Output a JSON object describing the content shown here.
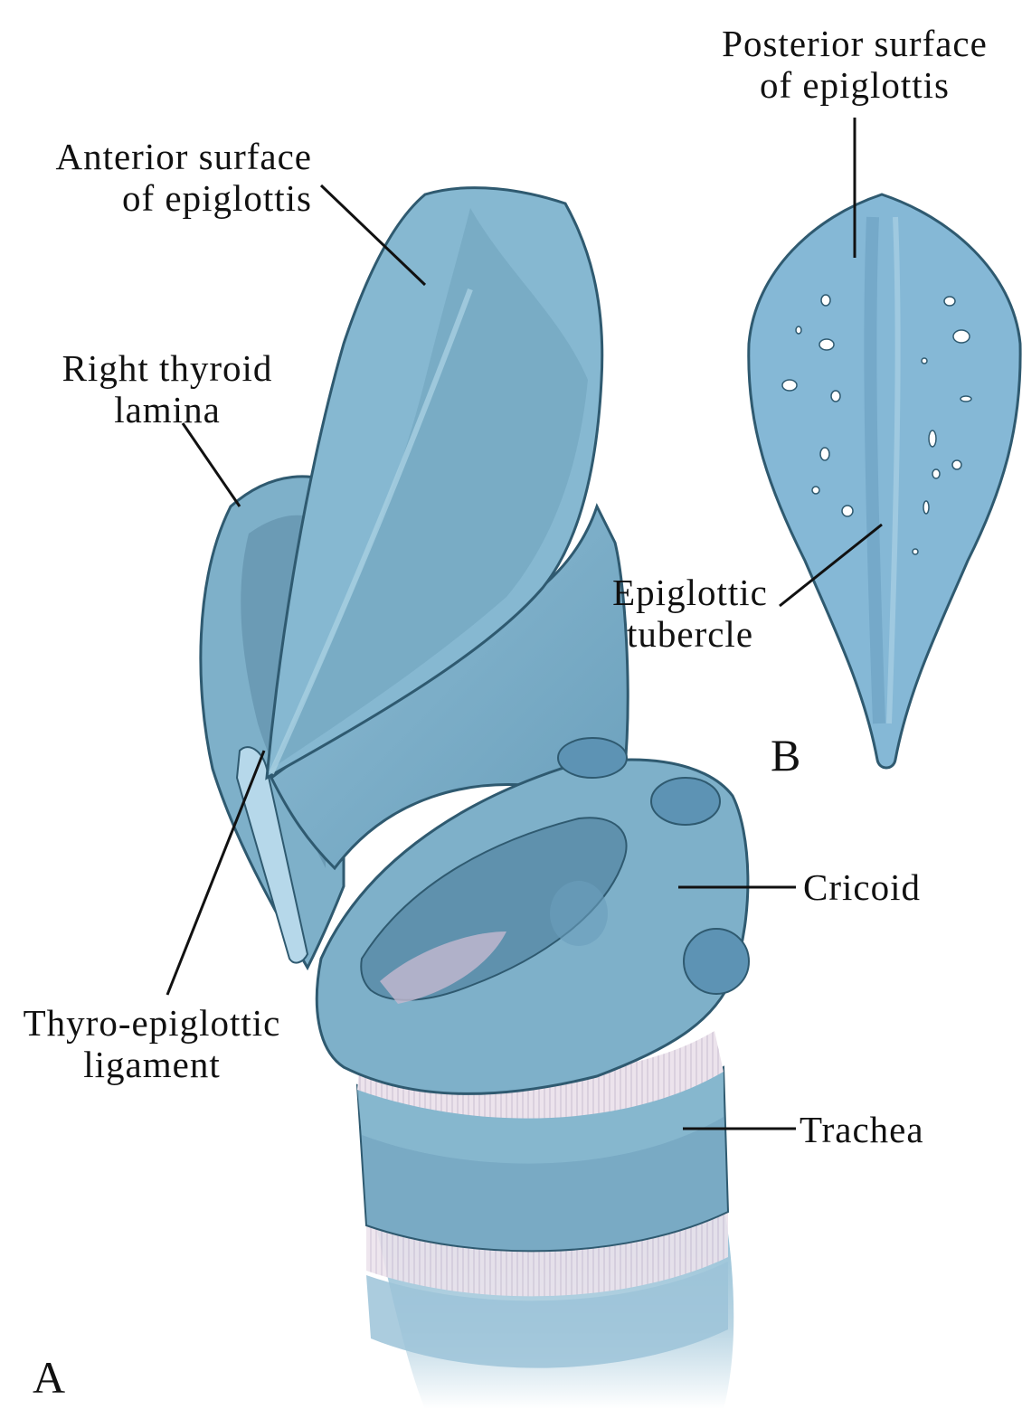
{
  "labels": {
    "posterior_surface": [
      "Posterior surface",
      "of epiglottis"
    ],
    "anterior_surface": [
      "Anterior surface",
      "of epiglottis"
    ],
    "right_thyroid_lamina": [
      "Right thyroid",
      "lamina"
    ],
    "epiglottic_tubercle": [
      "Epiglottic",
      "tubercle"
    ],
    "cricoid": "Cricoid",
    "thyro_epiglottic_ligament": [
      "Thyro-epiglottic",
      "ligament"
    ],
    "trachea": "Trachea"
  },
  "panels": {
    "a": "A",
    "b": "B"
  },
  "colors": {
    "cartilage": "#7fb0c9",
    "cartilage_dark": "#5b8fab",
    "cartilage_light": "#a9cde0",
    "outline": "#2f5a70",
    "trachea_membrane": "#e6dde8",
    "leader": "#111111"
  }
}
